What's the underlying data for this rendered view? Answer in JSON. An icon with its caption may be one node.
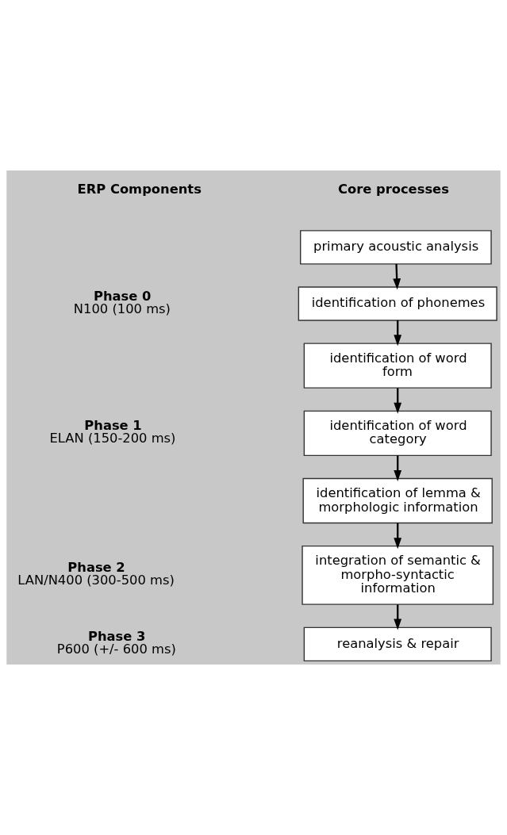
{
  "diagram": {
    "nodes": [
      {
        "text": [
          "primary acoustic analysis"
        ]
      },
      {
        "text": [
          "identification of phonemes"
        ],
        "beside": [
          "Phase 0",
          "N100 (100 ms)"
        ]
      },
      {
        "text": [
          "identification of word form"
        ]
      },
      {
        "text": [
          "identification of word category"
        ],
        "beside": [
          "Phase 1",
          "ELAN (150-200 ms)"
        ]
      },
      {
        "text": [
          "identification of lemma & morphologic information"
        ]
      },
      {
        "text": [
          "integration of semantic & morpho-syntactic information"
        ],
        "beside": [
          "Phase 2",
          "LAN/N400 (300-500 ms)"
        ]
      },
      {
        "text": [
          "reanalysis & repair"
        ],
        "beside": [
          "Phase 3",
          "P600 (+/- 600 ms)"
        ]
      }
    ],
    "edges": [
      {
        "from": 0,
        "to": 1,
        "arrow": "to"
      },
      {
        "from": 1,
        "to": 2,
        "arrow": "to"
      },
      {
        "from": 2,
        "to": 3,
        "arrow": "to"
      },
      {
        "from": 3,
        "to": 4,
        "arrow": "to"
      },
      {
        "from": 4,
        "to": 5,
        "arrow": "to"
      },
      {
        "from": 5,
        "to": 6,
        "arrow": "to"
      }
    ],
    "labels": [
      "ERP Components",
      "Core processes"
    ]
  }
}
